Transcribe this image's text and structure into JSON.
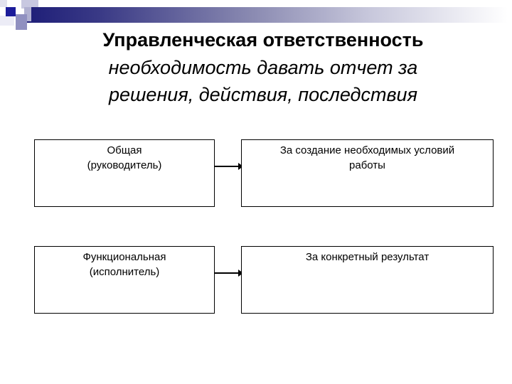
{
  "slide": {
    "title": "Управленческая ответственность",
    "subtitle_line1": "необходимость давать отчет за",
    "subtitle_line2": "решения, действия, последствия"
  },
  "diagram": {
    "rows": [
      {
        "left_line1": "Общая",
        "left_line2": "(руководитель)",
        "right_line1": "За создание необходимых условий",
        "right_line2": "работы"
      },
      {
        "left_line1": "Функциональная",
        "left_line2": "(исполнитель)",
        "right_line1": "За конкретный результат",
        "right_line2": ""
      }
    ]
  },
  "colors": {
    "decoration_dark": "#1c1c9a",
    "decoration_gradient_start": "#1e1e78"
  }
}
